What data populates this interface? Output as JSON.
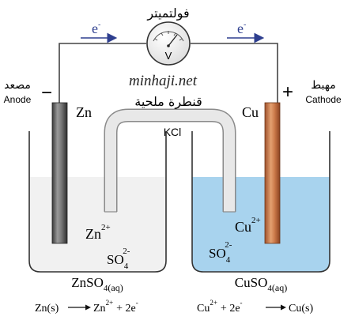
{
  "voltmeter": {
    "label_ar": "فولتميتر",
    "symbol": "V"
  },
  "electron_flow": {
    "left": "e",
    "right": "e",
    "charge": "-"
  },
  "watermark": "minhaji.net",
  "salt_bridge": {
    "label_ar": "قنطرة ملحية",
    "electrolyte": "KCl"
  },
  "anode": {
    "label_ar": "مصعد",
    "label_en": "Anode",
    "sign": "−",
    "metal": "Zn"
  },
  "cathode": {
    "label_ar": "مهبط",
    "label_en": "Cathode",
    "sign": "+",
    "metal": "Cu"
  },
  "left_cell": {
    "ion": "Zn",
    "ion_charge": "2+",
    "anion": "SO",
    "anion_sub": "4",
    "anion_charge": "2-",
    "solution": "ZnSO",
    "solution_sub": "4",
    "solution_state": "(aq)",
    "equation": {
      "lhs": "Zn(s)",
      "rhs_species": "Zn",
      "rhs_charge": "2+",
      "rhs_rest": "+ 2e",
      "rhs_rest_charge": "-"
    }
  },
  "right_cell": {
    "ion": "Cu",
    "ion_charge": "2+",
    "anion": "SO",
    "anion_sub": "4",
    "anion_charge": "2-",
    "solution": "CuSO",
    "solution_sub": "4",
    "solution_state": "(aq)",
    "equation": {
      "lhs_species": "Cu",
      "lhs_charge": "2+",
      "lhs_rest": "+ 2e",
      "lhs_rest_charge": "-",
      "rhs": "Cu(s)"
    }
  },
  "colors": {
    "wire": "#444444",
    "arrow": "#2e3f8f",
    "copper_solution": "#a8d3ee",
    "zinc_solution": "#f0f0f0",
    "zinc_electrode": "#6e6e6e",
    "copper_electrode": "#c47a4e"
  }
}
